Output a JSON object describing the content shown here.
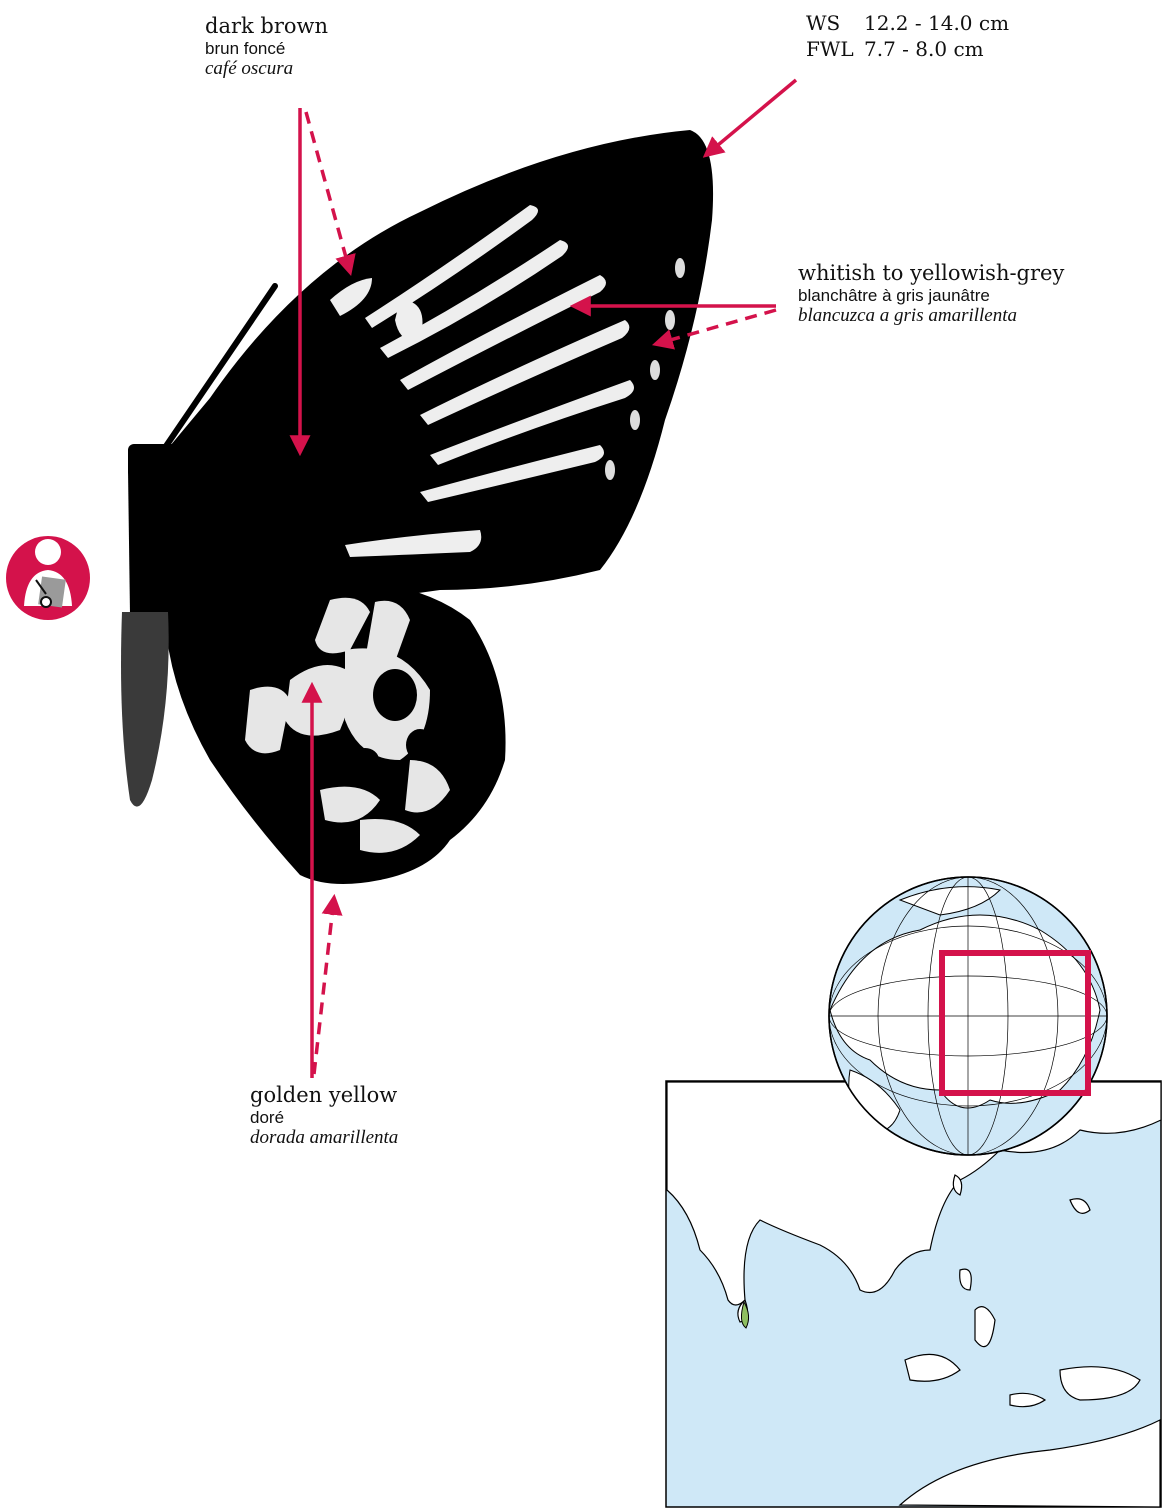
{
  "labels": {
    "dark_brown": {
      "en": "dark brown",
      "fr": "brun foncé",
      "es": "café oscura"
    },
    "whitish": {
      "en": "whitish to yellowish-grey",
      "fr": "blanchâtre à gris jaunâtre",
      "es": "blancuzca a gris amarillenta"
    },
    "golden": {
      "en": "golden yellow",
      "fr": "doré",
      "es": "dorada amarillenta"
    }
  },
  "measurements": [
    {
      "key": "WS",
      "value": "12.2 - 14.0 cm"
    },
    {
      "key": "FWL",
      "value": "7.7 - 8.0 cm"
    }
  ],
  "colors": {
    "arrow": "#d4124b",
    "butterfly": "#000000",
    "ocean": "#cfe8f7",
    "range": "#8fbf60",
    "badge": "#d4124b"
  },
  "icons": {
    "badge": "observer-notebook-icon",
    "map": "distribution-map",
    "globe": "globe-locator"
  }
}
